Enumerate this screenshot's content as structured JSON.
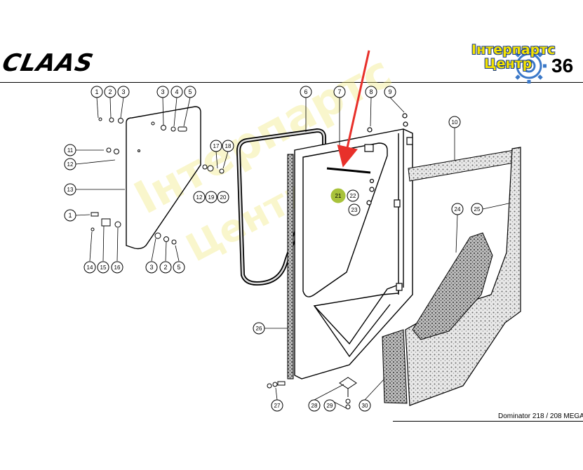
{
  "header": {
    "brand": "CLAAS",
    "page_number": "36"
  },
  "watermark": {
    "line1": "Інтерпартс",
    "line2": "Центр"
  },
  "footer": {
    "model": "Dominator 218 / 208 MEGA"
  },
  "colors": {
    "arrow": "#e8302a",
    "highlight": "#a8c23a",
    "logo_text": "#f4e200",
    "logo_outline": "#1b3d8c",
    "gear": "#3a78c8"
  },
  "callouts": [
    {
      "id": "c1a",
      "label": "1"
    },
    {
      "id": "c2a",
      "label": "2"
    },
    {
      "id": "c3a",
      "label": "3"
    },
    {
      "id": "c3b",
      "label": "3"
    },
    {
      "id": "c4",
      "label": "4"
    },
    {
      "id": "c5a",
      "label": "5"
    },
    {
      "id": "c6",
      "label": "6"
    },
    {
      "id": "c7",
      "label": "7"
    },
    {
      "id": "c8",
      "label": "8"
    },
    {
      "id": "c9",
      "label": "9"
    },
    {
      "id": "c10",
      "label": "10"
    },
    {
      "id": "c11",
      "label": "11"
    },
    {
      "id": "c12a",
      "label": "12"
    },
    {
      "id": "c13",
      "label": "13"
    },
    {
      "id": "c17",
      "label": "17"
    },
    {
      "id": "c18",
      "label": "18"
    },
    {
      "id": "c12b",
      "label": "12"
    },
    {
      "id": "c19",
      "label": "19"
    },
    {
      "id": "c20",
      "label": "20"
    },
    {
      "id": "c1b",
      "label": "1"
    },
    {
      "id": "c14",
      "label": "14"
    },
    {
      "id": "c15",
      "label": "15"
    },
    {
      "id": "c16",
      "label": "16"
    },
    {
      "id": "c3c",
      "label": "3"
    },
    {
      "id": "c2b",
      "label": "2"
    },
    {
      "id": "c5b",
      "label": "5"
    },
    {
      "id": "c21",
      "label": "21",
      "highlight": true
    },
    {
      "id": "c22",
      "label": "22"
    },
    {
      "id": "c23",
      "label": "23"
    },
    {
      "id": "c24",
      "label": "24"
    },
    {
      "id": "c25",
      "label": "25"
    },
    {
      "id": "c26",
      "label": "26"
    },
    {
      "id": "c27",
      "label": "27"
    },
    {
      "id": "c28",
      "label": "28"
    },
    {
      "id": "c29",
      "label": "29"
    },
    {
      "id": "c30",
      "label": "30"
    }
  ]
}
